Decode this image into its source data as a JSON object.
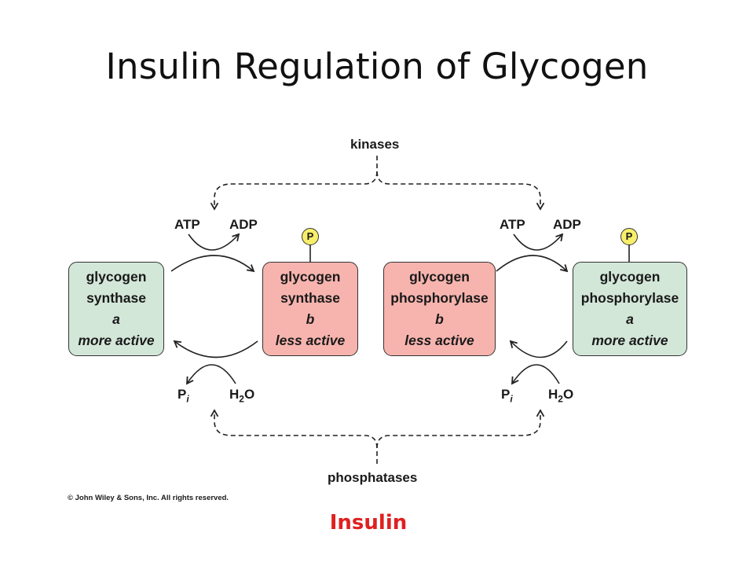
{
  "title": "Insulin Regulation of Glycogen",
  "enzymes": {
    "synthase_a": {
      "line1": "glycogen",
      "line2": "synthase",
      "form": "a",
      "activity": "more active"
    },
    "synthase_b": {
      "line1": "glycogen",
      "line2": "synthase",
      "form": "b",
      "activity": "less active"
    },
    "phosphorylase_b": {
      "line1": "glycogen",
      "line2": "phosphorylase",
      "form": "b",
      "activity": "less active"
    },
    "phosphorylase_a": {
      "line1": "glycogen",
      "line2": "phosphorylase",
      "form": "a",
      "activity": "more active"
    }
  },
  "phosphate_badge": "P",
  "regulators": {
    "top": "kinases",
    "bottom": "phosphatases"
  },
  "reactants": {
    "atp": "ATP",
    "adp": "ADP",
    "pi": {
      "base": "P",
      "sub": "i"
    },
    "h2o": {
      "pre": "H",
      "sub": "2",
      "post": "O"
    }
  },
  "copyright": "© John Wiley & Sons, Inc. All rights reserved.",
  "insulin_label": "Insulin",
  "colors": {
    "active_box": "#d3e7d9",
    "inactive_box": "#f7b4ae",
    "phosphate": "#f7ef6a",
    "insulin_text": "#e02020"
  }
}
